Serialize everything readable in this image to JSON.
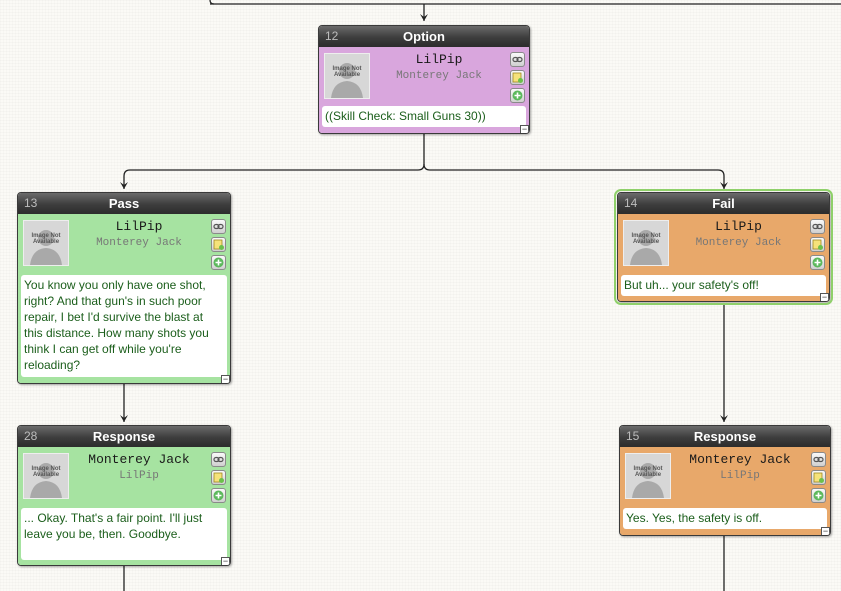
{
  "nodes": {
    "n12": {
      "id": "12",
      "type": "Option",
      "speaker": "LilPip",
      "listener": "Monterey Jack",
      "text": "((Skill Check: Small Guns 30))",
      "color": "#d9a6dd"
    },
    "n13": {
      "id": "13",
      "type": "Pass",
      "speaker": "LilPip",
      "listener": "Monterey Jack",
      "text": "You know you only have one shot, right? And that gun's in such poor repair, I bet I'd survive the blast at this distance. How many shots you think I can get off while you're reloading?",
      "color": "#a6e3a1"
    },
    "n14": {
      "id": "14",
      "type": "Fail",
      "speaker": "LilPip",
      "listener": "Monterey Jack",
      "text": "But uh... your safety's off!",
      "color": "#e8a86a"
    },
    "n28": {
      "id": "28",
      "type": "Response",
      "speaker": "Monterey Jack",
      "listener": "LilPip",
      "text": "... Okay. That's a fair point. I'll just leave you be, then. Goodbye.",
      "color": "#a6e3a1"
    },
    "n15": {
      "id": "15",
      "type": "Response",
      "speaker": "Monterey Jack",
      "listener": "LilPip",
      "text": "Yes. Yes, the safety is off.",
      "color": "#e8a86a"
    }
  },
  "avatar_placeholder": "Image Not Available",
  "icons": {
    "link_button": "link-icon",
    "note_button": "note-icon",
    "add_button": "add-icon",
    "collapse_toggle": "minus-icon"
  },
  "colors": {
    "header": "#3d3d3d",
    "wire": "#222222",
    "selected_outline": "#8fd06a",
    "node_text": "#1b5e1b"
  }
}
